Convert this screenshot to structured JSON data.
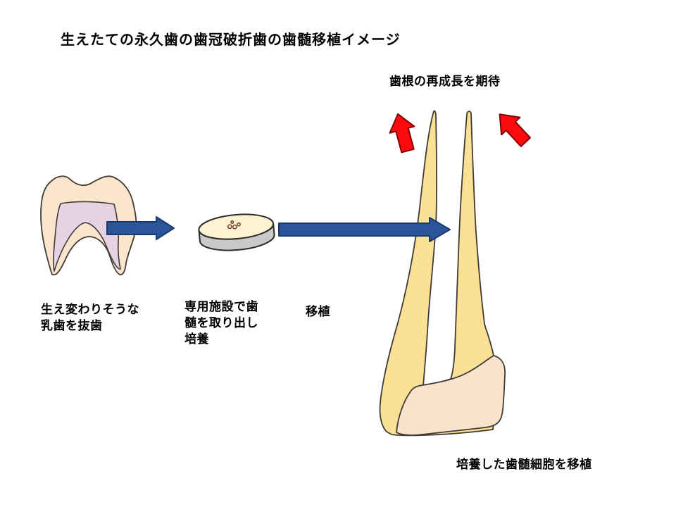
{
  "title": "生えたての永久歯の歯冠破折歯の歯髄移植イメージ",
  "annotations": {
    "root_regrowth": "歯根の再成長を期待",
    "extract_step": "生え変わりそうな\n乳歯を抜歯",
    "culture_step": "専用施設で歯\n髄を取り出し\n培養",
    "transplant_step": "移植",
    "transplant_cells": "培養した歯髄細胞を移植"
  },
  "figures": {
    "baby_molar": "deciduous-molar-with-pulp",
    "petri_dish": "petri-dish-culture",
    "cells": "cultured-pulp-cells",
    "permanent_tooth": "permanent-tooth-long-roots",
    "process_arrow": "blue-right-arrow",
    "growth_arrow": "red-up-arrow"
  },
  "colors": {
    "background": "#FFFFFF",
    "text": "#000000",
    "arrow_blue": "#2A5699",
    "arrow_blue_outline": "#1B3A6B",
    "arrow_red": "#FB0B0B",
    "arrow_red_outline": "#7F0000",
    "molar_enamel": "#FBE5CD",
    "molar_pulp": "#E6D2E2",
    "tooth_root_yellow": "#FAE195",
    "tooth_crown": "#FAE3CB",
    "dish_top": "#FDF3D0",
    "dish_side": "#C9C9C9",
    "outline_dark": "#403B35",
    "cells_brown": "#6B3320"
  }
}
